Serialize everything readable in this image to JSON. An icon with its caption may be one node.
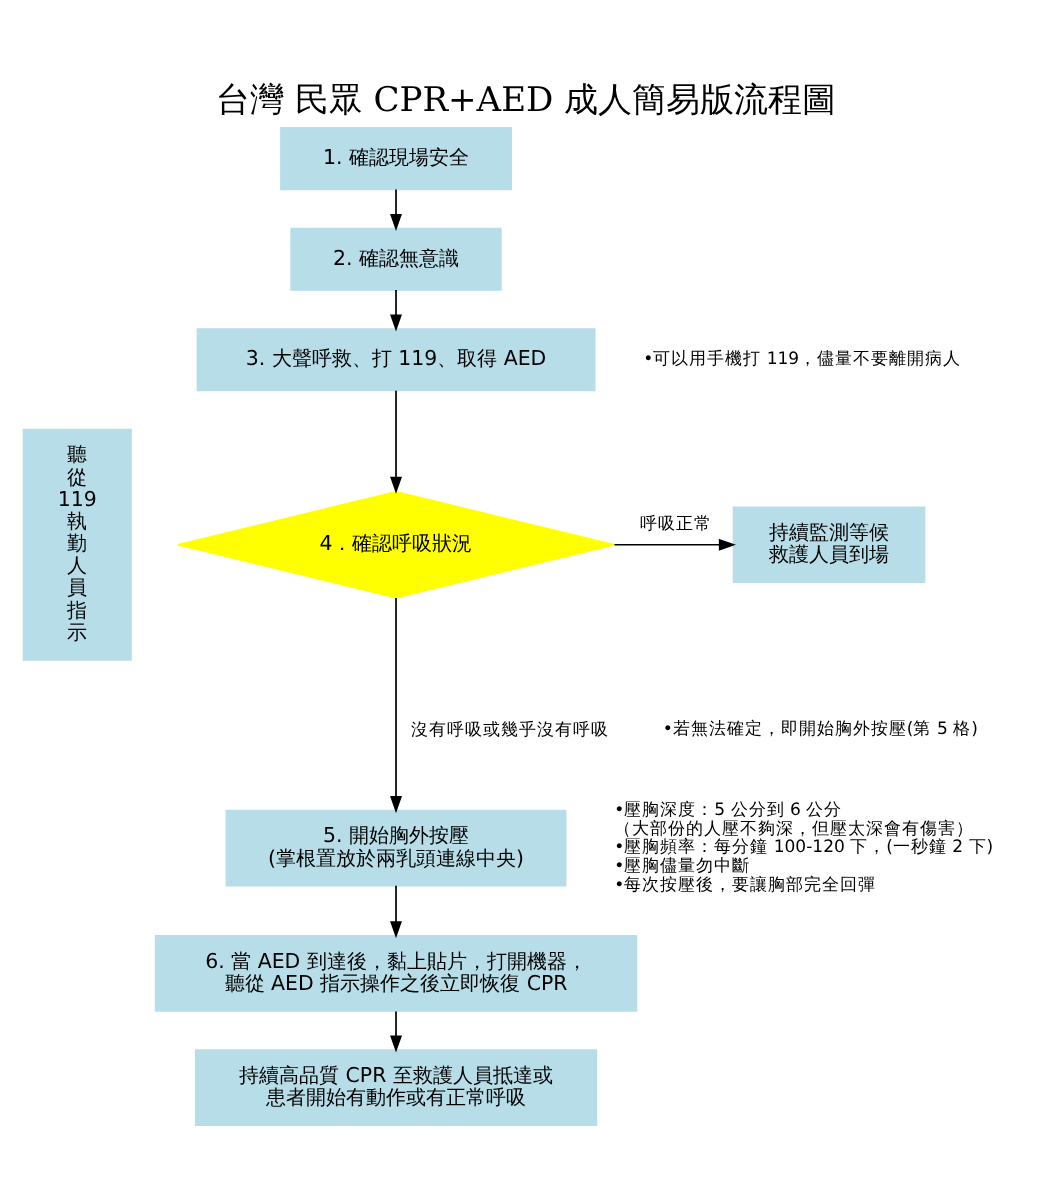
{
  "diagram": {
    "title": "台灣 民眾 CPR+AED 成人簡易版流程圖",
    "nodes": [
      {
        "text": [
          "1. 確認現場安全"
        ]
      },
      {
        "text": [
          "2. 確認無意識"
        ]
      },
      {
        "text": [
          "聽從119執勤人員指示"
        ]
      },
      {
        "text": [
          "3. 大聲呼救、打 119、取得 AED"
        ],
        "beside": [
          "•可以用手機打 119，儘量不要離開病人"
        ]
      },
      {
        "text": [
          "4．確認呼吸狀況"
        ]
      },
      {
        "text": [
          "持續監測等候救護人員到場"
        ]
      },
      {
        "text": [
          "5. 開始胸外按壓",
          "(掌根置放於兩乳頭連線中央)"
        ],
        "beside": [
          "•壓胸深度：5 公分到 6 公分",
          "（大部份的人壓不夠深，但壓太深會有傷害）",
          "•壓胸頻率：每分鐘 100-120 下，(一秒鐘 2 下)",
          "•壓胸儘量勿中斷",
          "•每次按壓後，要讓胸部完全回彈"
        ]
      },
      {
        "text": [
          "6. 當 AED 到達後，黏上貼片，打開機器，聽從 AED 指示操作之後立即恢復 CPR"
        ]
      },
      {
        "text": [
          "持續高品質 CPR 至救護人員抵達或患者開始有動作或有正常呼吸"
        ]
      }
    ],
    "edges": [
      {
        "from": 0,
        "to": 1,
        "arrow": "to"
      },
      {
        "from": 1,
        "to": 3,
        "arrow": "to"
      },
      {
        "from": 3,
        "to": 4,
        "arrow": "to"
      },
      {
        "from": 4,
        "to": 5,
        "arrow": "to",
        "label": "呼吸正常"
      },
      {
        "from": 4,
        "to": 6,
        "arrow": "to",
        "label": "沒有呼吸或幾乎沒有呼吸"
      },
      {
        "from": 6,
        "to": 7,
        "arrow": "to"
      },
      {
        "from": 7,
        "to": 8,
        "arrow": "to"
      }
    ],
    "labels": [
      "•若無法確定，即開始胸外按壓(第 5 格)"
    ]
  }
}
